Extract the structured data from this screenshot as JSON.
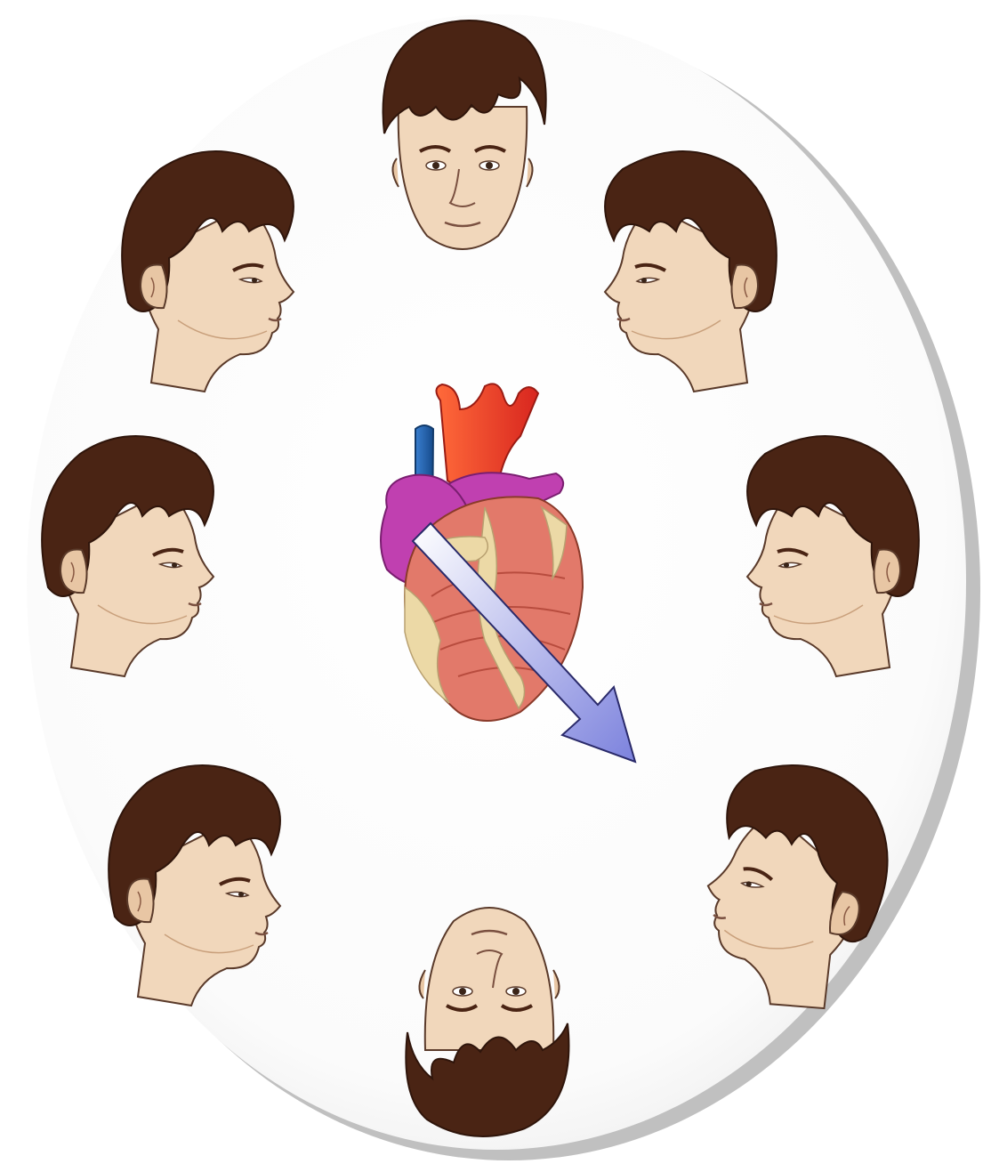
{
  "diagram": {
    "subject": "heart-electrical-axis-viewpoints",
    "arrow": {
      "direction": "down-right"
    },
    "views": [
      {
        "name": "top-frontal",
        "orientation": "facing-viewer"
      },
      {
        "name": "upper-left",
        "orientation": "facing-right"
      },
      {
        "name": "upper-right",
        "orientation": "facing-left"
      },
      {
        "name": "middle-left",
        "orientation": "facing-right"
      },
      {
        "name": "middle-right",
        "orientation": "facing-left"
      },
      {
        "name": "lower-left",
        "orientation": "facing-right"
      },
      {
        "name": "lower-right",
        "orientation": "facing-left-tilted-up"
      },
      {
        "name": "bottom-inverted",
        "orientation": "upside-down"
      }
    ]
  },
  "colors": {
    "skin": "#f1d7bb",
    "skin_shade": "#d9b08a",
    "hair": "#4a2414",
    "hair_dark": "#2f150b",
    "outline": "#5a3a2a",
    "aorta": "#e8362b",
    "pulmonary": "#c040b0",
    "vena_cava": "#1f5fa8",
    "muscle": "#e2796a",
    "fat": "#ecd9a6",
    "arrow": "#8a8fe0",
    "oval_shadow": "#8d8d8d"
  }
}
